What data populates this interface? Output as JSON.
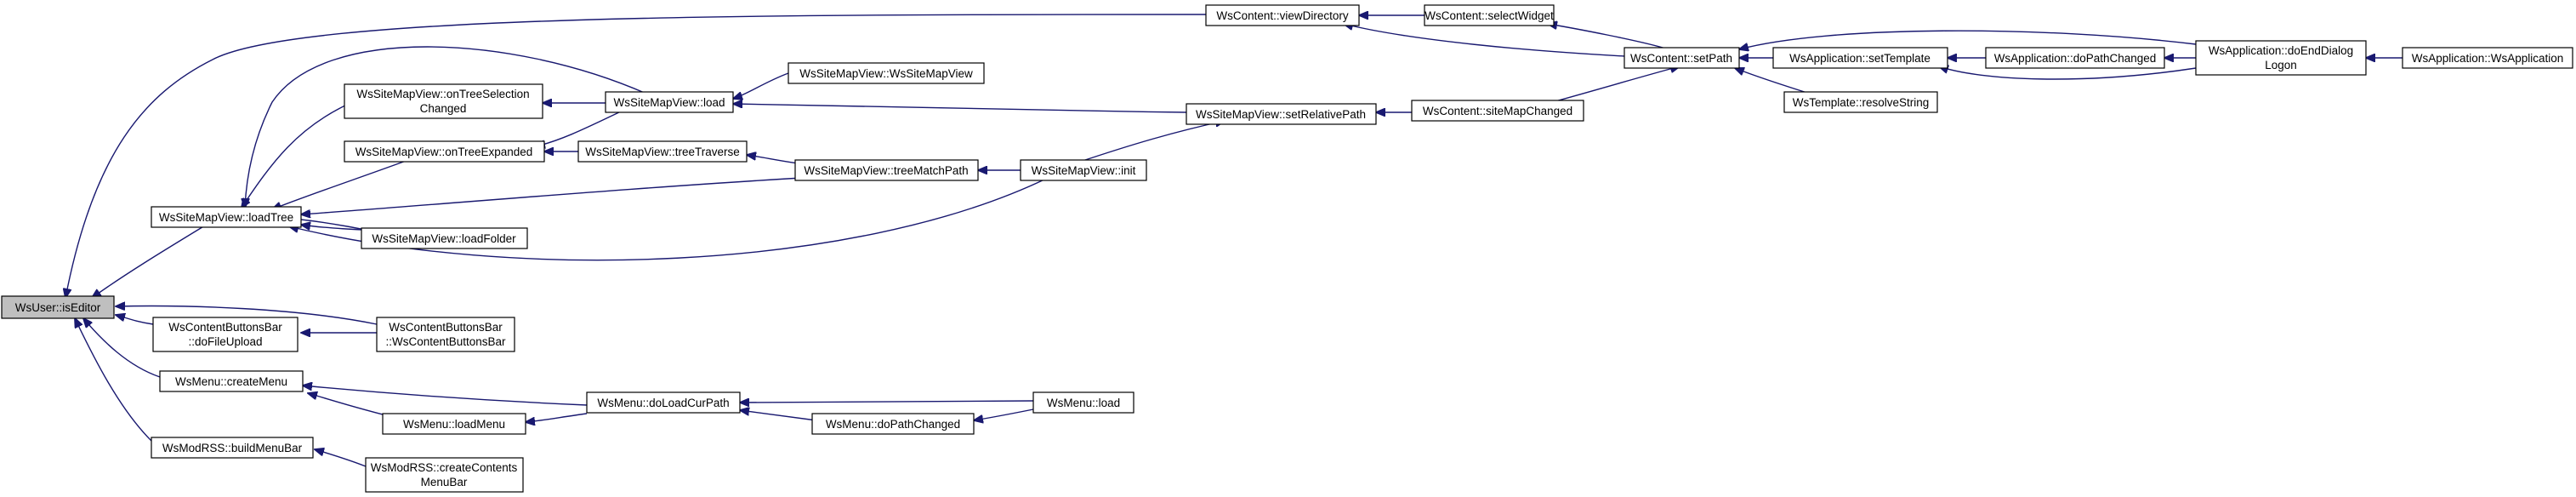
{
  "graph": {
    "nodes": {
      "n_isEditor": "WsUser::isEditor",
      "n_viewDirectory": "WsContent::viewDirectory",
      "n_selectWidget": "WsContent::selectWidget",
      "n_setPath": "WsContent::setPath",
      "n_setTemplate": "WsApplication::setTemplate",
      "n_doPathChanged_app": "WsApplication::doPathChanged",
      "n_doEndDialogLogon_1": "WsApplication::doEndDialog",
      "n_doEndDialogLogon_2": "Logon",
      "n_wsApplication": "WsApplication::WsApplication",
      "n_resolveString": "WsTemplate::resolveString",
      "n_siteMapViewCtor": "WsSiteMapView::WsSiteMapView",
      "n_smvLoad": "WsSiteMapView::load",
      "n_onTreeSel_1": "WsSiteMapView::onTreeSelection",
      "n_onTreeSel_2": "Changed",
      "n_setRelativePath": "WsSiteMapView::setRelativePath",
      "n_siteMapChanged": "WsContent::siteMapChanged",
      "n_onTreeExpanded": "WsSiteMapView::onTreeExpanded",
      "n_treeTraverse": "WsSiteMapView::treeTraverse",
      "n_treeMatchPath": "WsSiteMapView::treeMatchPath",
      "n_smvInit": "WsSiteMapView::init",
      "n_loadTree": "WsSiteMapView::loadTree",
      "n_loadFolder": "WsSiteMapView::loadFolder",
      "n_doFileUpload_1": "WsContentButtonsBar",
      "n_doFileUpload_2": "::doFileUpload",
      "n_cbbCtor_1": "WsContentButtonsBar",
      "n_cbbCtor_2": "::WsContentButtonsBar",
      "n_createMenu": "WsMenu::createMenu",
      "n_loadMenu": "WsMenu::loadMenu",
      "n_doLoadCurPath": "WsMenu::doLoadCurPath",
      "n_menuLoad": "WsMenu::load",
      "n_menuDoPathChanged": "WsMenu::doPathChanged",
      "n_buildMenuBar": "WsModRSS::buildMenuBar",
      "n_createContentsMenuBar_1": "WsModRSS::createContents",
      "n_createContentsMenuBar_2": "MenuBar"
    },
    "edges": [
      [
        "viewDirectory",
        "isEditor"
      ],
      [
        "loadTree",
        "isEditor"
      ],
      [
        "doFileUpload",
        "isEditor"
      ],
      [
        "cbbCtor",
        "isEditor"
      ],
      [
        "createMenu",
        "isEditor"
      ],
      [
        "buildMenuBar",
        "isEditor"
      ],
      [
        "selectWidget",
        "viewDirectory"
      ],
      [
        "setPath",
        "viewDirectory"
      ],
      [
        "setPath",
        "selectWidget"
      ],
      [
        "setTemplate",
        "setPath"
      ],
      [
        "doEndDialogLogon",
        "setPath"
      ],
      [
        "siteMapChanged",
        "setPath"
      ],
      [
        "resolveString",
        "setPath"
      ],
      [
        "doPathChangedApp",
        "setTemplate"
      ],
      [
        "doEndDialogLogon",
        "setTemplate"
      ],
      [
        "doEndDialogLogon",
        "doPathChangedApp"
      ],
      [
        "wsApplication",
        "doEndDialogLogon"
      ],
      [
        "siteMapViewCtor",
        "smvLoad"
      ],
      [
        "setRelativePath",
        "smvLoad"
      ],
      [
        "smvLoad",
        "onTreeSelectionChanged"
      ],
      [
        "smvLoad",
        "onTreeExpanded"
      ],
      [
        "siteMapChanged",
        "setRelativePath"
      ],
      [
        "setRelativePath",
        "smvInit"
      ],
      [
        "treeTraverse",
        "onTreeExpanded"
      ],
      [
        "treeMatchPath",
        "treeTraverse"
      ],
      [
        "smvInit",
        "treeMatchPath"
      ],
      [
        "onTreeSelectionChanged",
        "loadTree"
      ],
      [
        "onTreeExpanded",
        "loadTree"
      ],
      [
        "smvLoad",
        "loadTree"
      ],
      [
        "treeMatchPath",
        "loadTree"
      ],
      [
        "loadFolder",
        "loadTree"
      ],
      [
        "loadTree",
        "loadFolder"
      ],
      [
        "smvInit",
        "loadTree"
      ],
      [
        "cbbCtor",
        "doFileUpload"
      ],
      [
        "doLoadCurPath",
        "createMenu"
      ],
      [
        "loadMenu",
        "createMenu"
      ],
      [
        "doLoadCurPath",
        "loadMenu"
      ],
      [
        "menuLoad",
        "doLoadCurPath"
      ],
      [
        "menuDoPathChanged",
        "doLoadCurPath"
      ],
      [
        "menuLoad",
        "menuDoPathChanged"
      ],
      [
        "createContentsMenuBar",
        "buildMenuBar"
      ]
    ]
  }
}
